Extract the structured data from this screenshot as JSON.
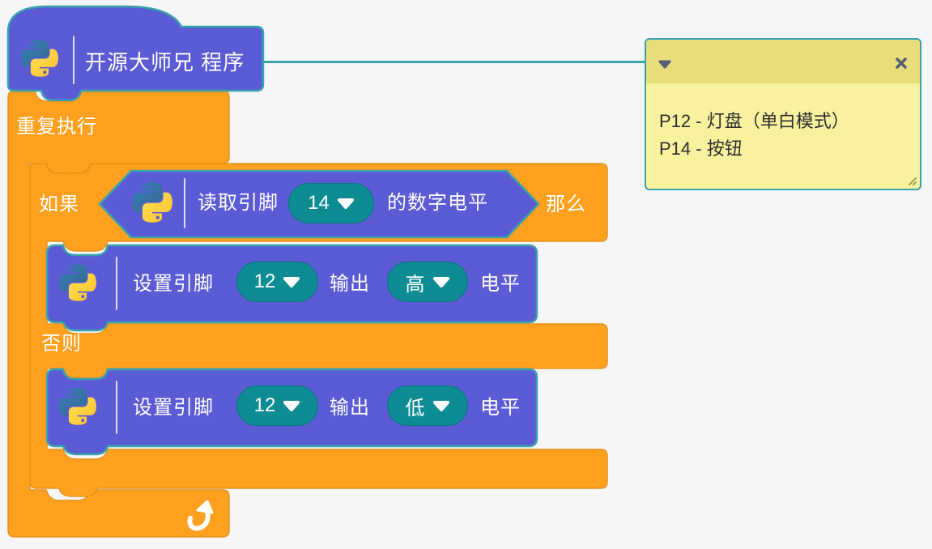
{
  "workspace": {
    "background_color": "#f6f6f8"
  },
  "palette": {
    "block_purple": "#5B5BD6",
    "teal_border": "#38A3AC",
    "block_orange": "#FFA01E",
    "orange_border": "#E6941C",
    "dropdown_teal": "#0D8C94",
    "comment_header": "#E8DD7B",
    "comment_body": "#F8F29E",
    "comment_icon_color": "#575E75",
    "connector_line": "#3AA2AB"
  },
  "hat_block": {
    "label": "开源大师兄 程序",
    "icon": "python-logo"
  },
  "forever_block": {
    "label": "重复执行",
    "icon": "loop-arrow"
  },
  "if_else_block": {
    "if_label": "如果",
    "then_label": "那么",
    "else_label": "否则"
  },
  "condition_block": {
    "icon": "python-logo",
    "prefix": "读取引脚",
    "pin_value": "14",
    "suffix": "的数字电平"
  },
  "set_high_block": {
    "icon": "python-logo",
    "label_set": "设置引脚",
    "pin_value": "12",
    "label_output": "输出",
    "level_value": "高",
    "label_level": "电平"
  },
  "set_low_block": {
    "icon": "python-logo",
    "label_set": "设置引脚",
    "pin_value": "12",
    "label_output": "输出",
    "level_value": "低",
    "label_level": "电平"
  },
  "comment": {
    "line1": "P12 - 灯盘（单白模式）",
    "line2": "P14 - 按钮"
  }
}
